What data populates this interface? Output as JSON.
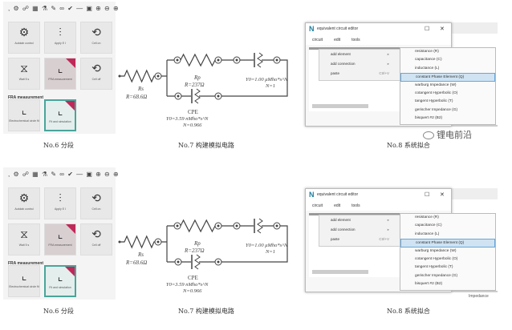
{
  "rows": [
    {
      "panel1": {
        "toolbar": ", ⚙ ☍ ▦  ⚗ ✎ ∞ ✔ — ▣  ⊕ ⊖ ⊕",
        "tiles": [
          {
            "label": "Autolab control",
            "icon": "gear-icon",
            "glyph": "⚙"
          },
          {
            "label": "Apply E I",
            "icon": "apply-potential-icon",
            "glyph": "⫶"
          },
          {
            "label": "Cell on",
            "icon": "cell-on-icon",
            "glyph": "⟲"
          },
          {
            "label": "Wait 5 s",
            "icon": "hourglass-icon",
            "glyph": "⧖"
          },
          {
            "label": "FRA measurement",
            "icon": "fra-plot-icon",
            "glyph": "⌞"
          },
          {
            "label": "Cell off",
            "icon": "cell-off-icon",
            "glyph": "⟲"
          },
          {
            "label": "Electrochemical circle fit",
            "icon": "circle-fit-icon",
            "glyph": "⌞"
          },
          {
            "label": "Fit and simulation",
            "icon": "fit-simulation-icon",
            "glyph": "⌞"
          }
        ],
        "section": "FRA measurement",
        "caption": "No.6 分段"
      },
      "circuit": {
        "rs": "Rs",
        "rs_val": "R=68.6Ω",
        "rp": "Rp",
        "rp_val": "R=237Ω",
        "q1": "Y0=1.00 μMho*s^N",
        "q1_n": "N=1",
        "cpe": "CPE",
        "cpe_y": "Y0=3.59 nMho*s^N",
        "cpe_n": "N=0.966",
        "caption": "No.7 构建模拟电路"
      },
      "editor": {
        "title": "equivalent circuit editor",
        "menu": [
          "circuit",
          "edit",
          "tools"
        ],
        "context": [
          {
            "label": "add element",
            "key": "▸"
          },
          {
            "label": "add connection",
            "key": "▸"
          },
          {
            "label": "paste",
            "key": "Ctrl+V"
          }
        ],
        "submenu": [
          "resistance (R)",
          "capacitance (C)",
          "inductance (L)",
          "constant Phase Element (Q)",
          "warburg Impedance (W)",
          "cotangent Hyperbolic (O)",
          "tangent Hyperbolic (T)",
          "gerischer Impedance (G)",
          "bisquert #2 (B2)"
        ],
        "highlight": 3,
        "caption": "No.8 系统拟合"
      },
      "watermark": "锂电前沿"
    },
    {
      "panel1": {
        "toolbar": ", ⚙ ☍ ▦  ⚗ ✎ ∞ ✔ — ▣  ⊕ ⊖ ⊕",
        "tiles": [
          {
            "label": "Autolab control",
            "icon": "gear-icon",
            "glyph": "⚙"
          },
          {
            "label": "Apply E I",
            "icon": "apply-potential-icon",
            "glyph": "⫶"
          },
          {
            "label": "Cell on",
            "icon": "cell-on-icon",
            "glyph": "⟲"
          },
          {
            "label": "Wait 5 s",
            "icon": "hourglass-icon",
            "glyph": "⧖"
          },
          {
            "label": "FRA measurement",
            "icon": "fra-plot-icon",
            "glyph": "⌞"
          },
          {
            "label": "Cell off",
            "icon": "cell-off-icon",
            "glyph": "⟲"
          },
          {
            "label": "Electrochemical circle fit",
            "icon": "circle-fit-icon",
            "glyph": "⌞"
          },
          {
            "label": "Fit and simulation",
            "icon": "fit-simulation-icon",
            "glyph": "⌞"
          }
        ],
        "section": "FRA measurement",
        "caption": "No.6 分段"
      },
      "circuit": {
        "rs": "Rs",
        "rs_val": "R=68.6Ω",
        "rp": "Rp",
        "rp_val": "R=237Ω",
        "q1": "Y0=1.00 μMho*s^N",
        "q1_n": "N=1",
        "cpe": "CPE",
        "cpe_y": "Y0=3.59 nMho*s^N",
        "cpe_n": "N=0.966",
        "caption": "No.7 构建模拟电路"
      },
      "editor": {
        "title": "equivalent circuit editor",
        "menu": [
          "circuit",
          "edit",
          "tools"
        ],
        "context": [
          {
            "label": "add element",
            "key": "▸"
          },
          {
            "label": "add connection",
            "key": "▸"
          },
          {
            "label": "paste",
            "key": "Ctrl+V"
          }
        ],
        "submenu": [
          "resistance (R)",
          "capacitance (C)",
          "inductance (L)",
          "constant Phase Element (Q)",
          "warburg Impedance (W)",
          "cotangent Hyperbolic (O)",
          "tangent Hyperbolic (T)",
          "gerischer Impedance (G)",
          "bisquert #2 (B2)"
        ],
        "highlight": 3,
        "caption": "No.8 系统拟合",
        "bg_label": "Impedance"
      }
    }
  ],
  "colors": {
    "accent": "#4aa59a",
    "flag": "#c0285a",
    "highlight": "#cfe3f3"
  }
}
